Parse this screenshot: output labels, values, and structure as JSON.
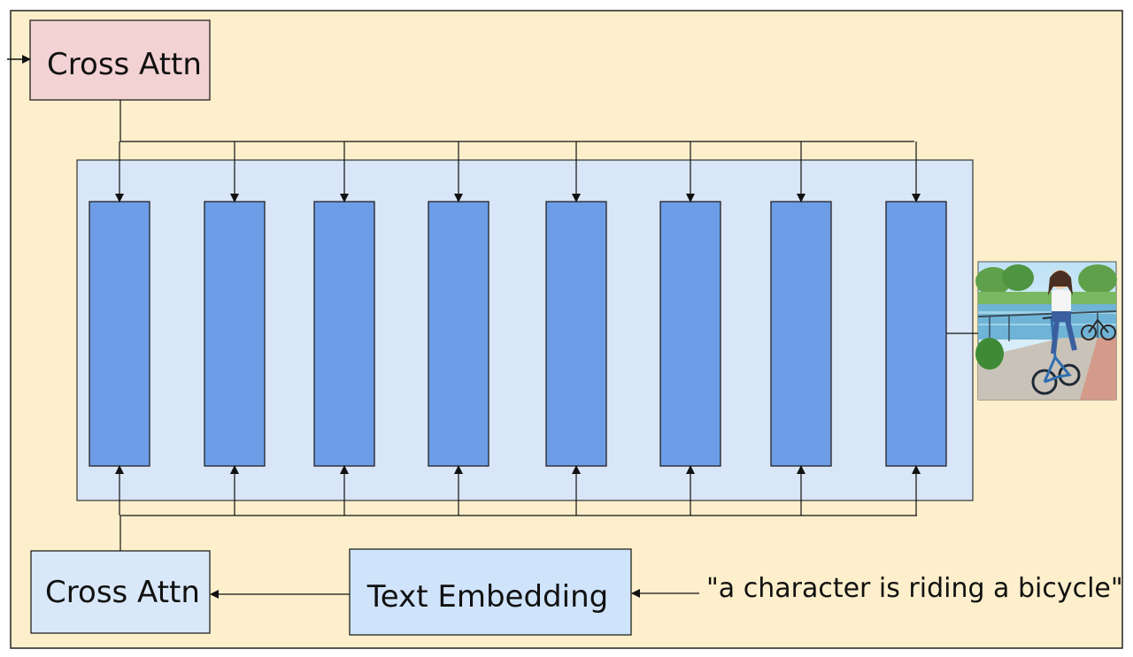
{
  "nodes": {
    "cross_attn_top": {
      "label": "Cross Attn"
    },
    "cross_attn_bottom": {
      "label": "Cross Attn"
    },
    "text_embedding": {
      "label": "Text Embedding"
    }
  },
  "prompt": {
    "text": "\"a character is riding a bicycle\""
  },
  "output_image": {
    "icon": "generated-image-girl-riding-bicycle-icon"
  },
  "colors": {
    "background": "#fdefcb",
    "cross_attn_top_fill": "#f3d2d3",
    "cross_attn_bottom_fill": "#d9e8f9",
    "text_embedding_fill": "#cfe4fb",
    "backbone_fill": "#d9e6f7",
    "block_fill": "#6e9de8",
    "line": "#111111"
  }
}
